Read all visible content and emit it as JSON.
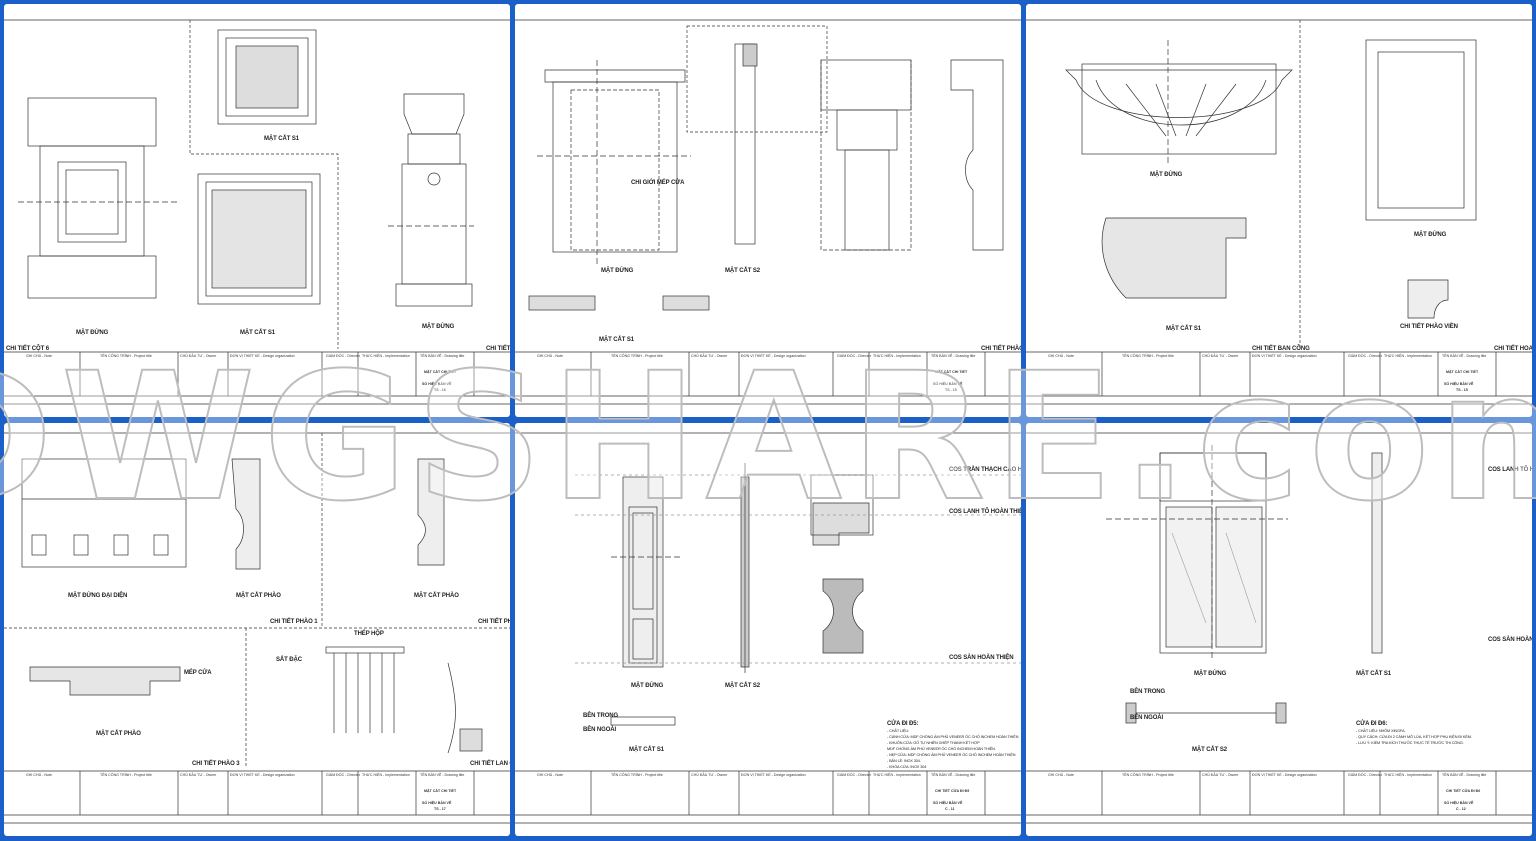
{
  "watermark": "DWGSHARE.com",
  "colors": {
    "frame": "#1b5fc9",
    "line": "#333333",
    "watermark_stroke": "#bdbdbd"
  },
  "title_block_headers": [
    "GHI CHÚ - Note",
    "TÊN CÔNG TRÌNH - Project title",
    "CHỦ ĐẦU TƯ - Owner",
    "ĐƠN VỊ THIẾT KẾ - Design organization",
    "GIÁM ĐỐC - Director",
    "THỰC HIỆN - Implementation",
    "TÊN BẢN VẼ - Drawing title"
  ],
  "sheet_number_label": "SỐ HIỆU BẢN VẼ",
  "panels": [
    {
      "labels": [
        "MẶT CẮT S1",
        "MẶT ĐỨNG",
        "MẶT CẮT S1",
        "MẶT ĐỨNG",
        "CHI TIẾT CỘT 6",
        "CHI TIẾT"
      ],
      "drawing_title": "MẶT CẮT CHI TIẾT",
      "sheet": "TS - 16"
    },
    {
      "labels": [
        "MẶT ĐỨNG",
        "MẶT CẮT S2",
        "MẶT CẮT S1",
        "CHI TIẾT PHÀO",
        "CHI GIỚI MÉP CỬA"
      ],
      "drawing_title": "MẶT CẮT CHI TIẾT",
      "sheet": "TS - 15"
    },
    {
      "labels": [
        "MẶT ĐỨNG",
        "MẶT ĐỨNG",
        "MẶT CẮT S1",
        "CHI TIẾT PHÀO VIỀN",
        "CHI TIẾT BAN CÔNG",
        "CHI TIẾT HOA"
      ],
      "drawing_title": "MẶT CẮT CHI TIẾT",
      "sheet": "TS - 15"
    },
    {
      "labels": [
        "MẶT ĐỨNG ĐẠI DIỆN",
        "MẶT CẮT PHÀO",
        "MẶT CẮT PHÀO",
        "CHI TIẾT PHÀO 1",
        "CHI TIẾT PH",
        "MẶT CẮT PHÀO",
        "CHI TIẾT PHÀO 3",
        "CHI TIẾT LAN C",
        "MÉP CỬA",
        "THÉP HỘP",
        "SẮT ĐẶC"
      ],
      "drawing_title": "MẶT CẮT CHI TIẾT",
      "sheet": "TS - 17"
    },
    {
      "labels": [
        "MẶT ĐỨNG",
        "MẶT CẮT S2",
        "MẶT CẮT S1",
        "COS TRẦN THẠCH CAO HOÀN THIỆN",
        "COS LANH TÔ HOÀN THIỆN",
        "COS SÀN HOÀN THIỆN",
        "BÊN TRONG",
        "BÊN NGOÀI",
        "CỬA ĐI Đ5:",
        "- CHẤT LIỆU:",
        "- CÁNH CỬA: MDF CHỐNG ẨM PHỦ VENEER ÓC CHÓ INCHEM HOÀN THIỆN",
        "- KHUÔN CỬA: GỖ TỰ NHIÊN GHÉP THANH KẾT HỢP",
        "MDF CHỐNG ẨM PHỦ VENEER ÓC CHÓ INCHEM HOÀN THIỆN.",
        "- NẸP CỬA: MDF CHỐNG ẨM PHỦ VENEER ÓC CHÓ INCHEM HOÀN THIỆN",
        "- BẢN LỀ: INOX 304.",
        "- KHÓA CỬA: INOX 304"
      ],
      "drawing_title": "CHI TIẾT CỬA ĐI Đ5",
      "sheet": "C - 11"
    },
    {
      "labels": [
        "MẶT ĐỨNG",
        "MẶT CẮT S1",
        "MẶT CẮT S2",
        "COS LANH TÔ HOÀN THIỆN",
        "COS SÀN HOÀN THIỆN",
        "BÊN TRONG",
        "BÊN NGOÀI",
        "CỬA ĐI Đ6:",
        "- CHẤT LIỆU: NHÔM XINGFA.",
        "- QUY CÁCH: CỬA ĐI 2 CÁNH MỞ LÙA, KẾT HỢP PHỤ KIỆN ĐI KÈM.",
        "- LƯU Ý: KIỂM TRA KÍCH THƯỚC THỰC TẾ TRƯỚC THI CÔNG."
      ],
      "drawing_title": "CHI TIẾT CỬA ĐI Đ6",
      "sheet": "C - 12"
    }
  ]
}
